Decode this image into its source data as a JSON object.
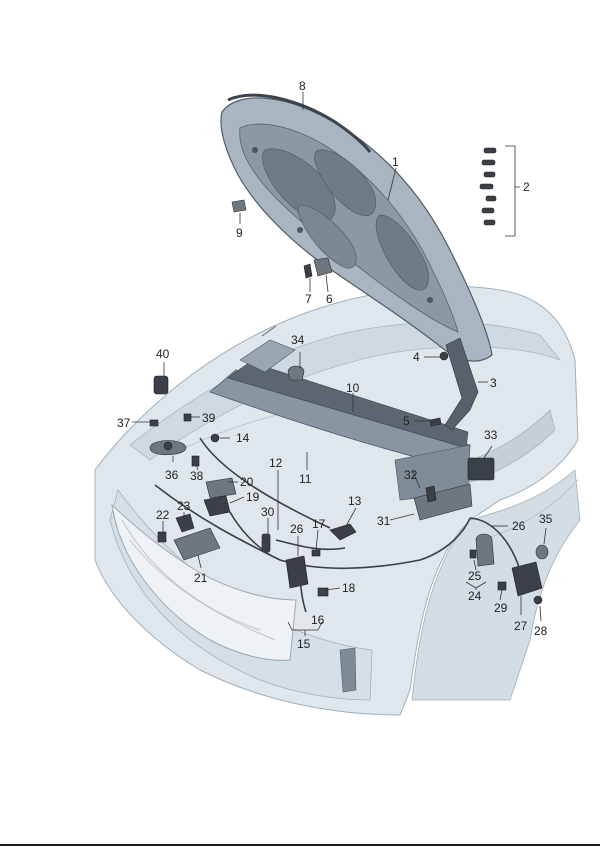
{
  "diagram": {
    "labels": [
      "1",
      "2",
      "3",
      "4",
      "5",
      "6",
      "7",
      "8",
      "9",
      "10",
      "11",
      "12",
      "13",
      "14",
      "15",
      "16",
      "17",
      "18",
      "19",
      "20",
      "21",
      "22",
      "23",
      "24",
      "25",
      "26",
      "26",
      "27",
      "28",
      "29",
      "30",
      "31",
      "32",
      "33",
      "34",
      "35",
      "36",
      "37",
      "38",
      "39",
      "40"
    ],
    "colors": {
      "body_fill": "#dfe7ed",
      "body_shade": "#c9d4dc",
      "hood_fill": "#a9b6c1",
      "hood_dark": "#7d8a96",
      "part_dark": "#3b4046",
      "line": "#5d6b76"
    }
  }
}
